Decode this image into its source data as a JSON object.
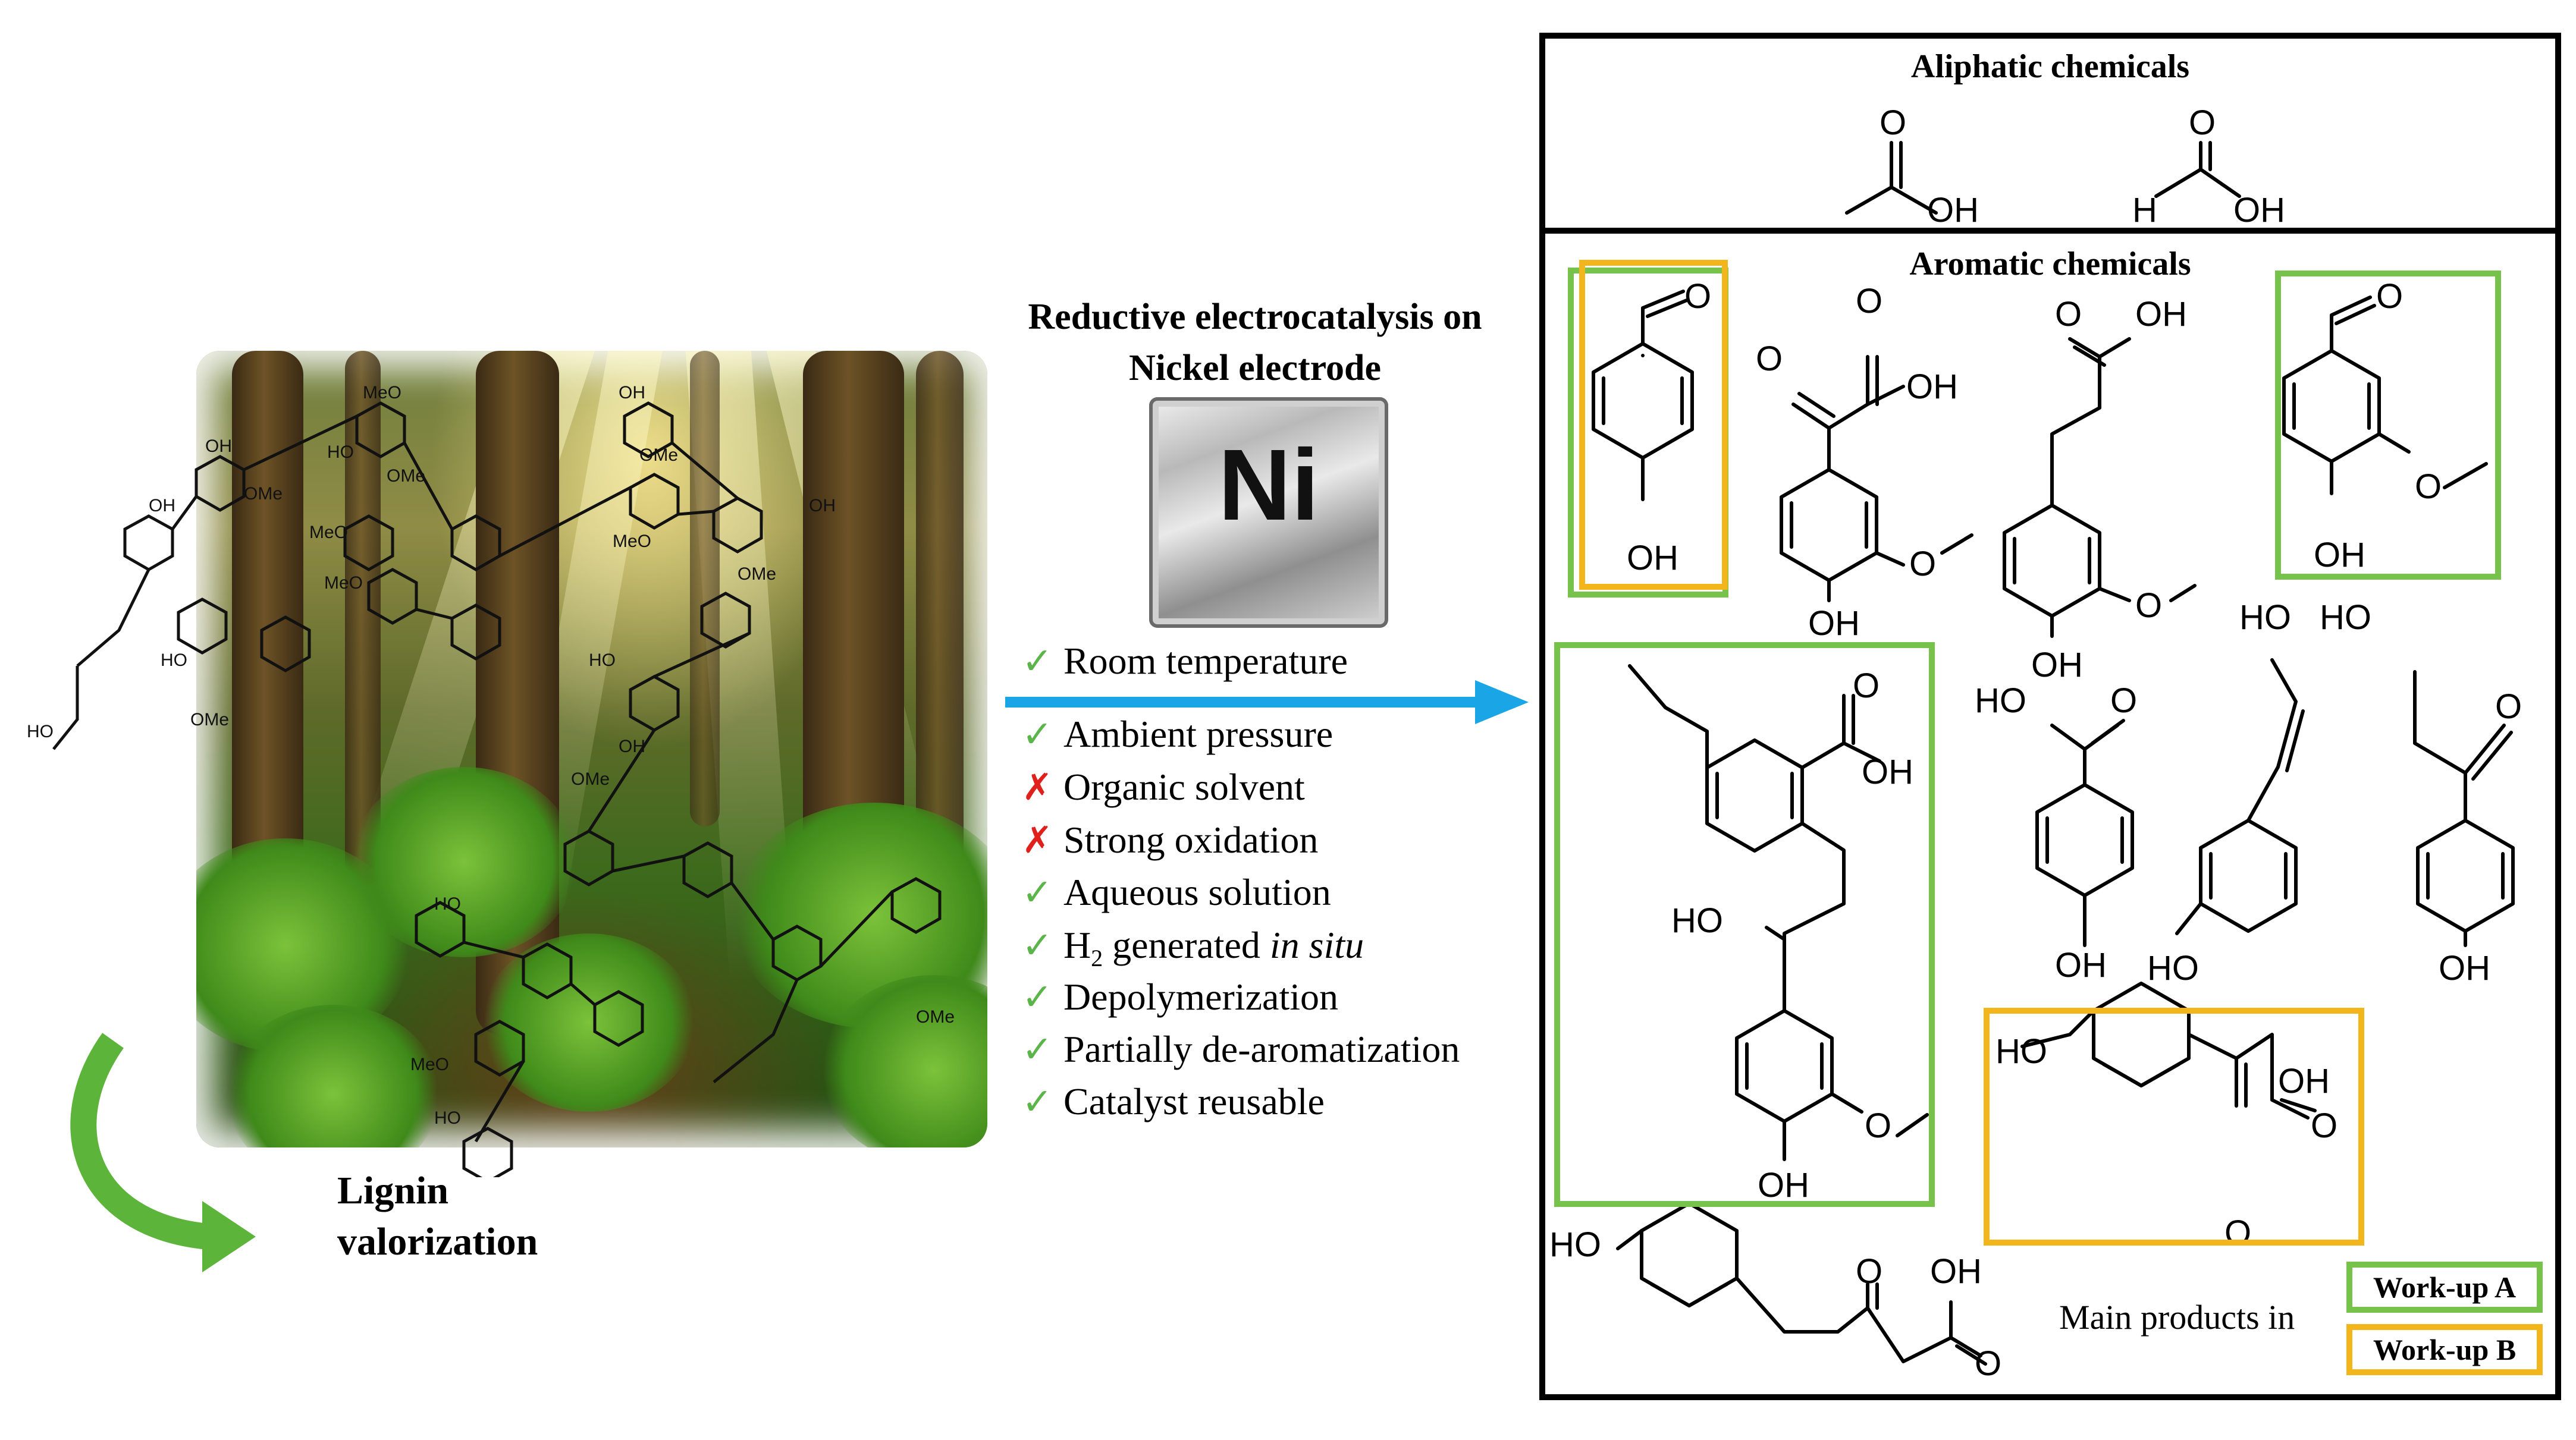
{
  "left": {
    "lignin_caption_line1": "Lignin",
    "lignin_caption_line2": "valorization",
    "struct_labels": [
      "OH",
      "OMe",
      "HO",
      "MeO",
      "OMe",
      "HO",
      "OMe",
      "MeO",
      "HO",
      "OH",
      "OMe",
      "HO",
      "OMe",
      "MeO",
      "HO",
      "OH",
      "MeO",
      "HO",
      "OMe",
      "HO",
      "OH",
      "OMe",
      "HO"
    ]
  },
  "middle": {
    "title_line1": "Reductive electrocatalysis on",
    "title_line2": "Nickel electrode",
    "ni_label": "Ni",
    "conditions": [
      {
        "mark": "✓",
        "text": "Room temperature",
        "ok": true
      },
      {
        "mark": "✓",
        "text": "Ambient pressure",
        "ok": true
      },
      {
        "mark": "✗",
        "text": "Organic solvent",
        "ok": false
      },
      {
        "mark": "✗",
        "text": "Strong oxidation",
        "ok": false
      },
      {
        "mark": "✓",
        "text": "Aqueous solution",
        "ok": true
      },
      {
        "mark": "✓",
        "text_h": "H",
        "text_sub": "2",
        "text_mid": " generated ",
        "text_ital": "in situ",
        "ok": true
      },
      {
        "mark": "✓",
        "text": "Depolymerization",
        "ok": true
      },
      {
        "mark": "✓",
        "text": "Partially de-aromatization",
        "ok": true
      },
      {
        "mark": "✓",
        "text": "Catalyst reusable",
        "ok": true
      }
    ],
    "colors": {
      "ok": "#5cb54a",
      "no": "#e0201c",
      "arrow": "#1aa6e6"
    }
  },
  "right": {
    "aliphatic_title": "Aliphatic chemicals",
    "aromatic_title": "Aromatic chemicals",
    "legend_prefix": "Main products in",
    "workup_a": "Work-up A",
    "workup_b": "Work-up B",
    "colors": {
      "workup_a": "#76c24a",
      "workup_b": "#f2b51c"
    },
    "atoms": {
      "O": "O",
      "OH": "OH",
      "H": "H",
      "HO": "HO"
    }
  }
}
